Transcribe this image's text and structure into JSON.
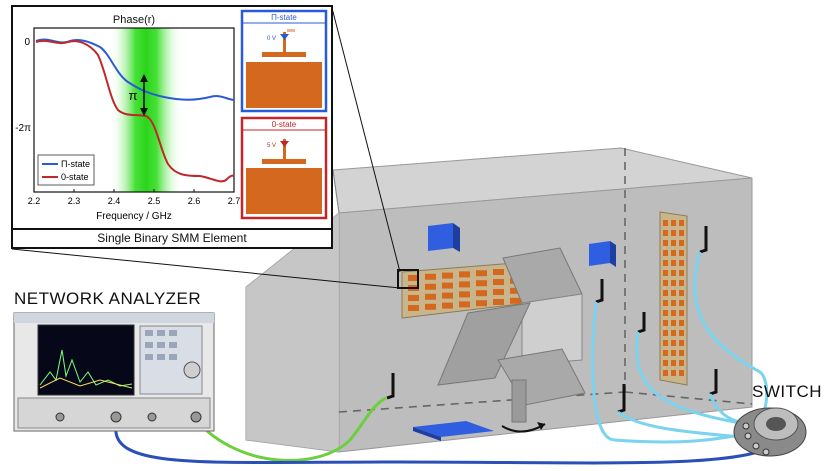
{
  "inset": {
    "plot_title": "Phase(r)",
    "ylabel_ticks": [
      "0",
      "-2π"
    ],
    "xlabel": "Frequency / GHz",
    "xticks": [
      "2.2",
      "2.3",
      "2.4",
      "2.5",
      "2.6",
      "2.7"
    ],
    "annotation": "π",
    "legend": [
      "Π-state",
      "0-state"
    ],
    "caption": "Single Binary SMM Element",
    "pi_state_box": {
      "title": "Π-state",
      "voltage": "0 V"
    },
    "zero_state_box": {
      "title": "0-state",
      "voltage": "5 V"
    }
  },
  "labels": {
    "network_analyzer": "NETWORK ANALYZER",
    "switch": "SWITCH"
  },
  "colors": {
    "pi_state": "#2a5bd7",
    "zero_state": "#c0262a",
    "green_band": "#33dd22",
    "metal_orange": "#d4681f",
    "room_gray": "#bcbcbc",
    "blue_absorber": "#2f5fe0",
    "cable_green": "#6ccf3d",
    "cable_blue": "#2a4fb8",
    "cable_cyan": "#7ad3ef"
  }
}
